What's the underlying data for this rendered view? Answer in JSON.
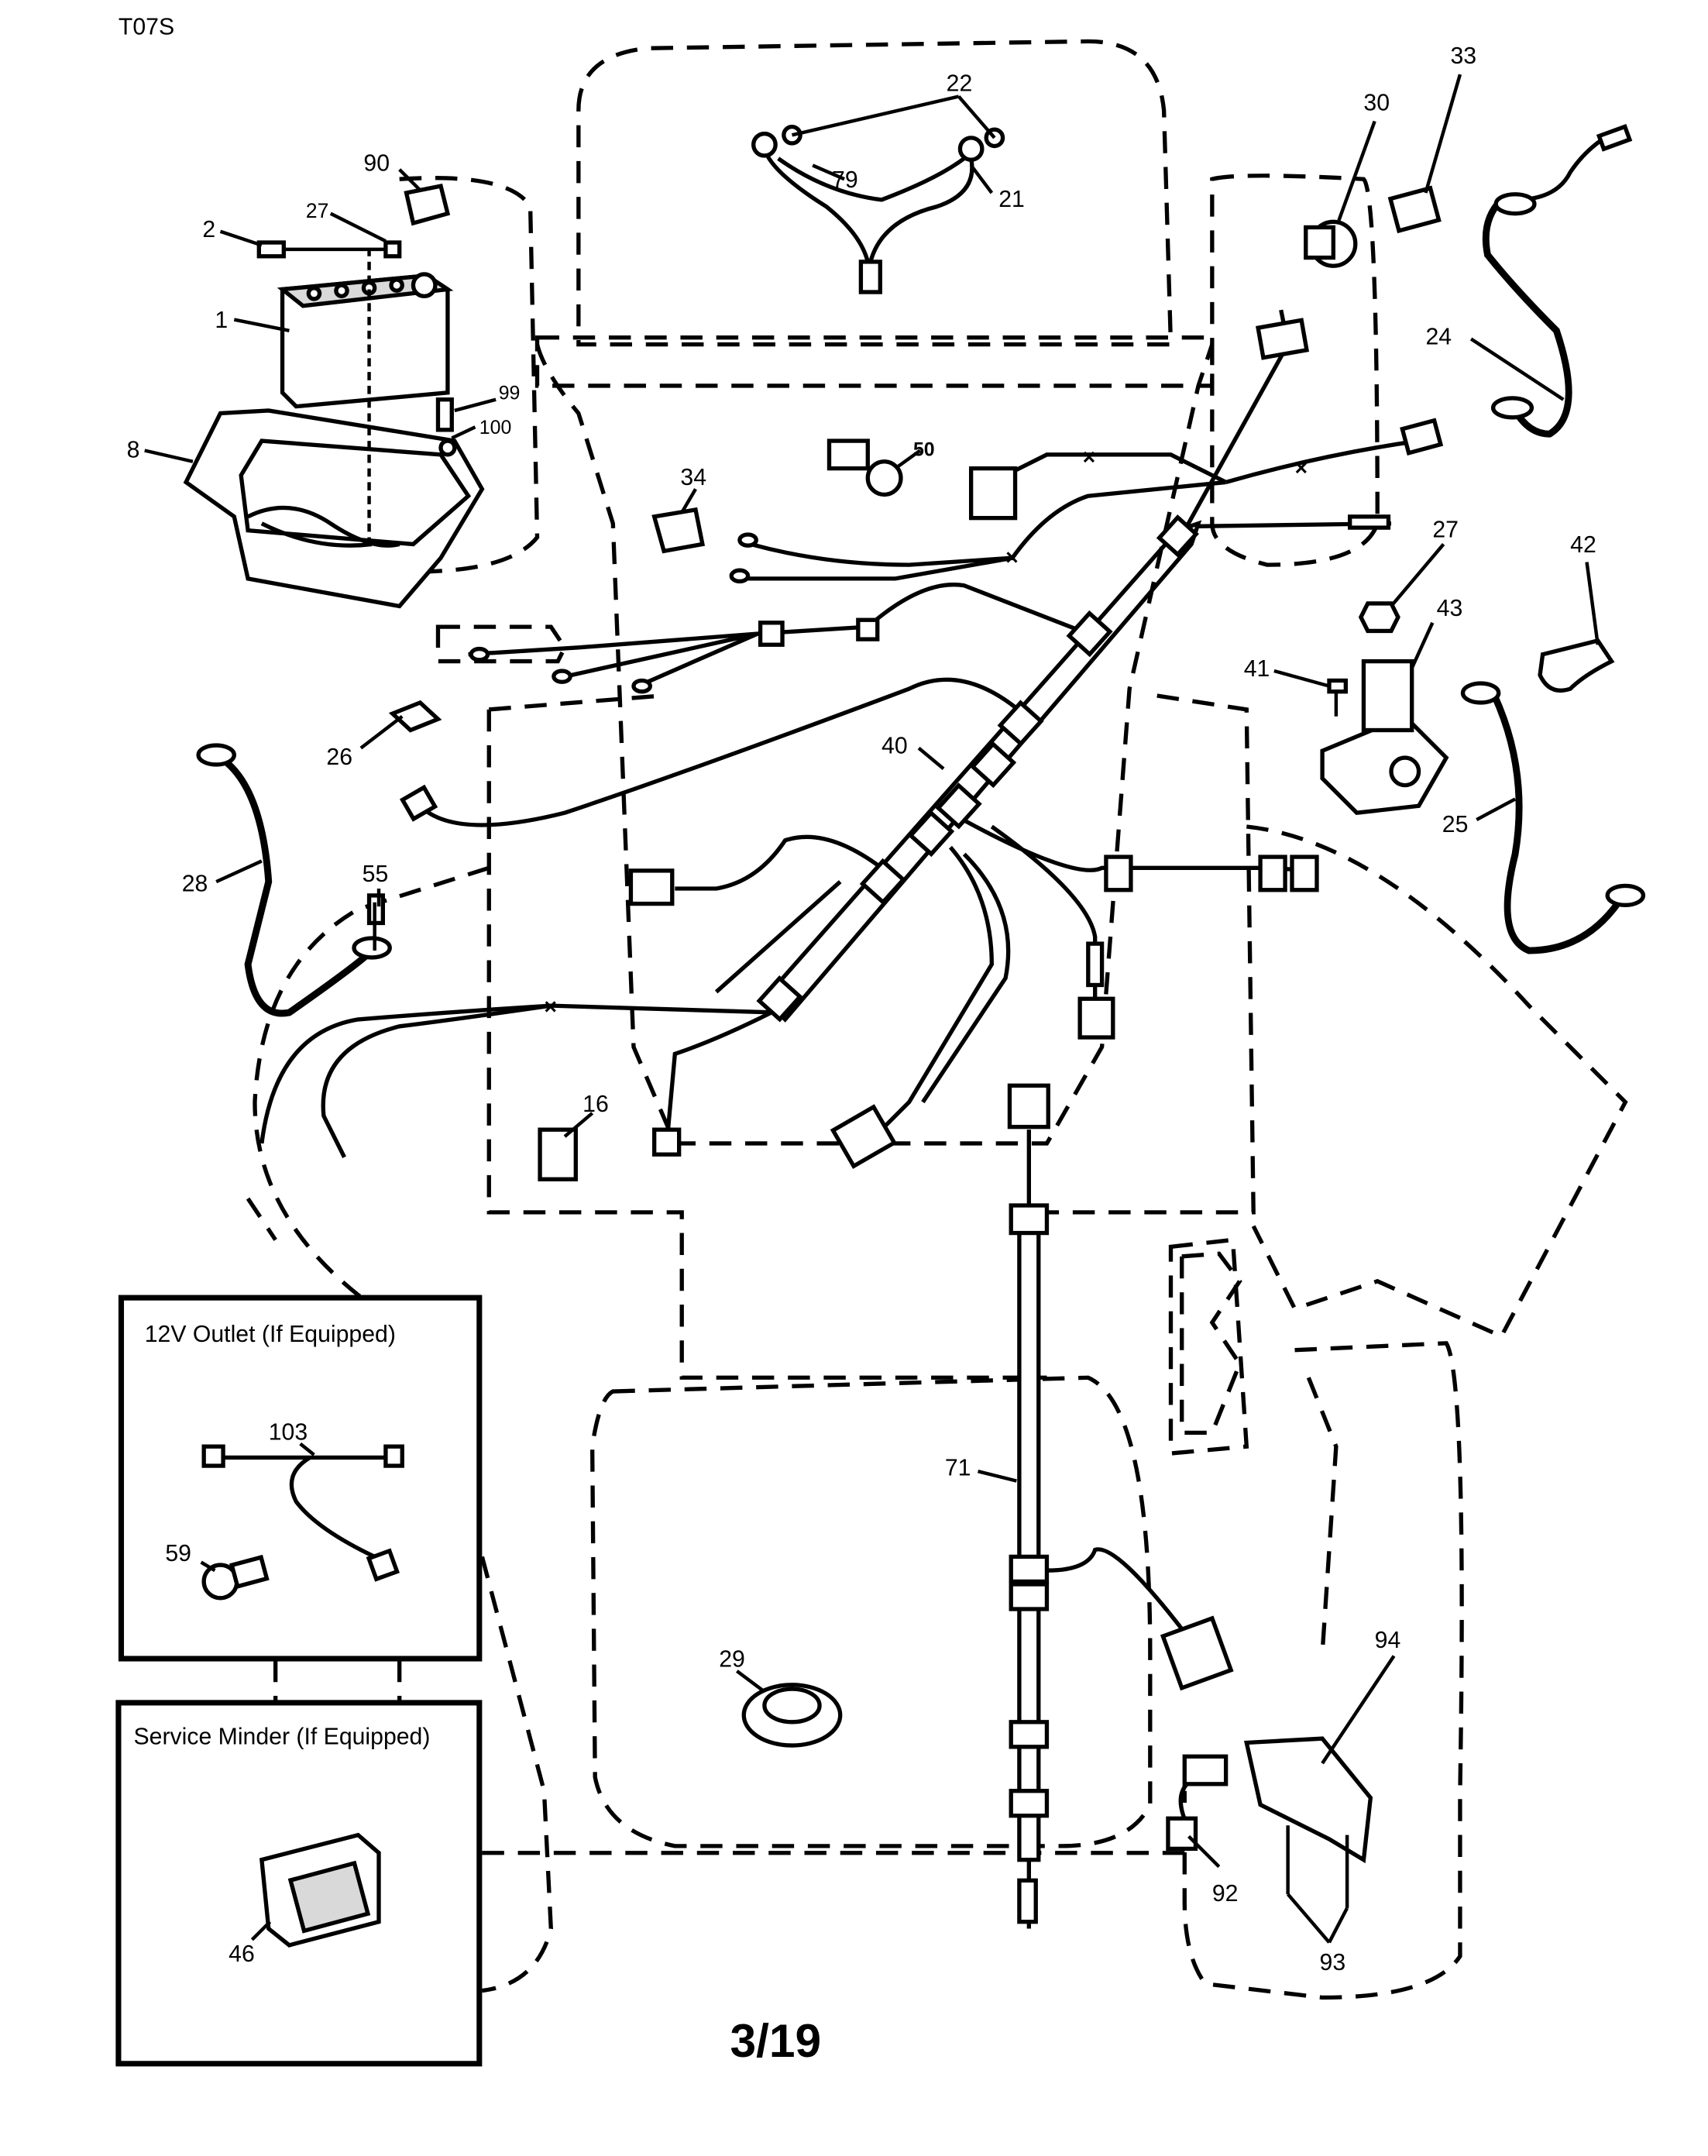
{
  "diagram_code": "T07S",
  "page_number": "3/19",
  "inset_boxes": {
    "outlet_title": "12V Outlet (If Equipped)",
    "minder_title": "Service Minder (If Equipped)"
  },
  "callouts": {
    "c1": "1",
    "c2": "2",
    "c8": "8",
    "c16": "16",
    "c21": "21",
    "c22": "22",
    "c24": "24",
    "c25": "25",
    "c26": "26",
    "c27a": "27",
    "c27b": "27",
    "c28": "28",
    "c29": "29",
    "c30": "30",
    "c33": "33",
    "c34": "34",
    "c40": "40",
    "c41": "41",
    "c42": "42",
    "c43": "43",
    "c46": "46",
    "c50": "50",
    "c55": "55",
    "c59": "59",
    "c71": "71",
    "c79": "79",
    "c90": "90",
    "c92": "92",
    "c93": "93",
    "c94": "94",
    "c99": "99",
    "c100": "100",
    "c103": "103"
  }
}
